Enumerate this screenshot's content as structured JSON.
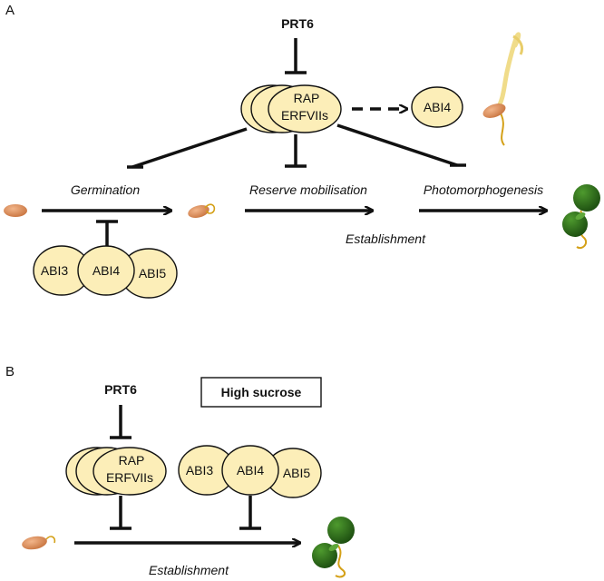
{
  "panel_a": {
    "label": "A",
    "prt6": "PRT6",
    "rap_line1": "RAP",
    "rap_line2": "ERFVIIs",
    "abi4_target": "ABI4",
    "germination": "Germination",
    "reserve_mobilisation": "Reserve mobilisation",
    "photomorphogenesis": "Photomorphogenesis",
    "establishment": "Establishment",
    "abi3": "ABI3",
    "abi4": "ABI4",
    "abi5": "ABI5"
  },
  "panel_b": {
    "label": "B",
    "prt6": "PRT6",
    "high_sucrose": "High sucrose",
    "rap_line1": "RAP",
    "rap_line2": "ERFVIIs",
    "abi3": "ABI3",
    "abi4": "ABI4",
    "abi5": "ABI5",
    "establishment": "Establishment"
  },
  "colors": {
    "oval_fill": "#FCEEB8",
    "seed": "#D98A5A",
    "cotyledon": "#2E6E1E",
    "root": "#D4A017"
  }
}
